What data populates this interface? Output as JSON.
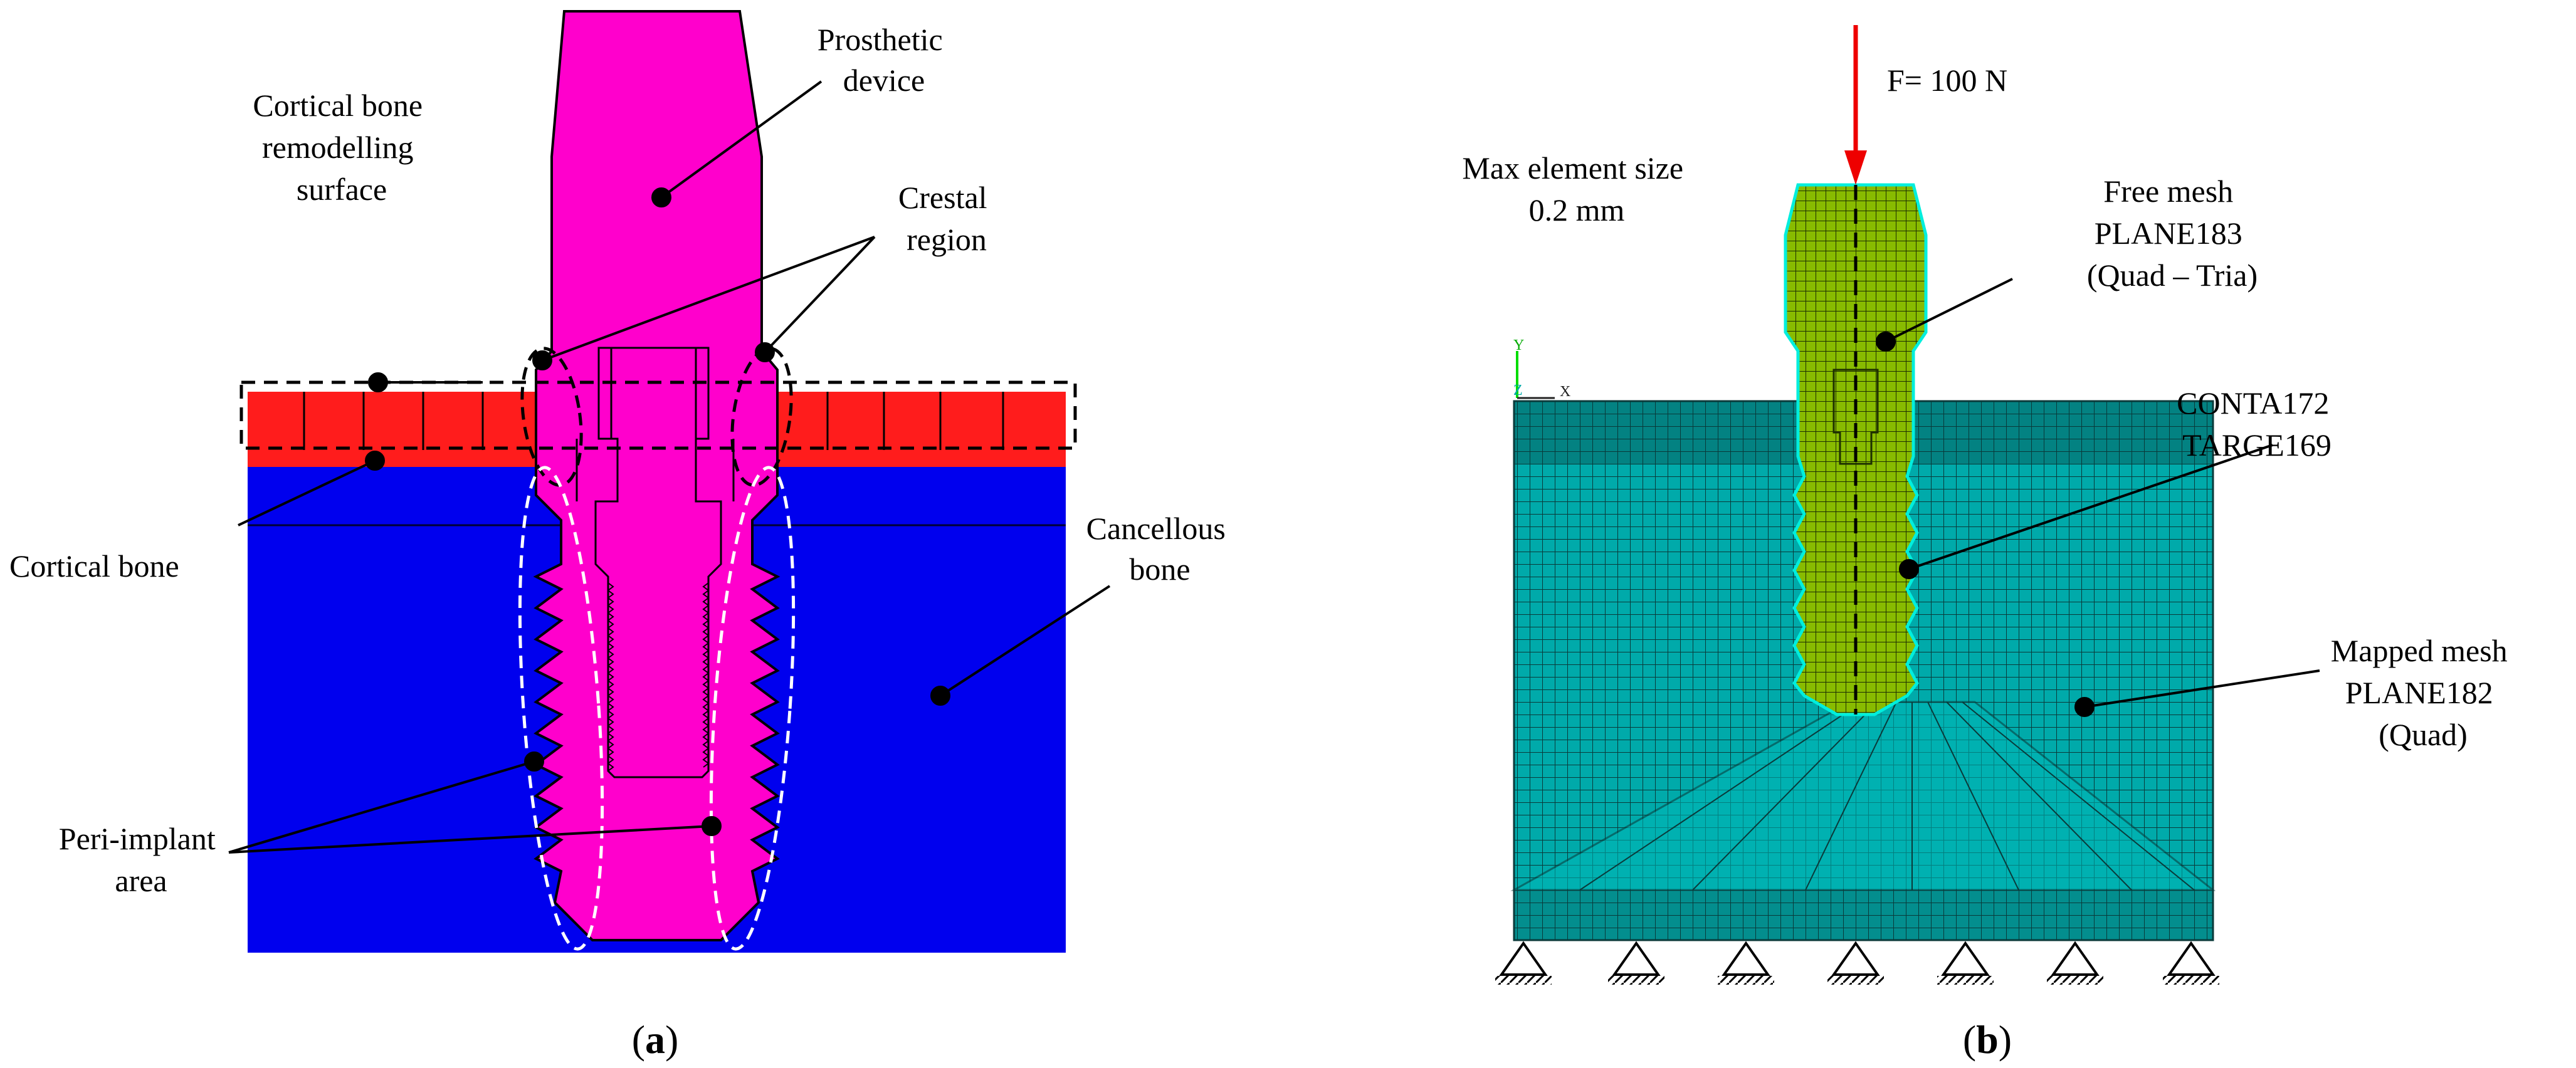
{
  "panel_a": {
    "labels": {
      "prosthetic": [
        "Prosthetic",
        "device"
      ],
      "cortical_surface": [
        "Cortical bone",
        "remodelling",
        "surface"
      ],
      "crestal": [
        "Crestal",
        "region"
      ],
      "cortical_bone": "Cortical bone",
      "cancellous": [
        "Cancellous",
        "bone"
      ],
      "peri_implant": [
        "Peri-implant",
        "area"
      ]
    },
    "caption": {
      "open": "(",
      "letter": "a",
      "close": ")"
    },
    "colors": {
      "implant": "#ff00cc",
      "cortical": "#ff1c1c",
      "cancellous": "#0000ee",
      "outline": "#000000",
      "peri_dash": "#ffffff"
    }
  },
  "panel_b": {
    "force_label": "F= 100 N",
    "max_element": [
      "Max element size",
      "0.2 mm"
    ],
    "free_mesh": [
      "Free mesh",
      "PLANE183",
      "(Quad – Tria)"
    ],
    "contact": [
      "CONTA172",
      "TARGE169"
    ],
    "mapped_mesh": [
      "Mapped mesh",
      "PLANE182",
      "(Quad)"
    ],
    "axis": {
      "y": "Y",
      "z": "Z",
      "x": "X"
    },
    "caption": {
      "open": "(",
      "letter": "b",
      "close": ")"
    },
    "colors": {
      "mesh_fill": "#00aaaa",
      "mesh_line": "#0a3a3a",
      "implant_fill": "#88bb00",
      "implant_line": "#1e3000",
      "force": "#ee0000",
      "axis_y": "#00dd00",
      "axis_x": "#222222"
    }
  }
}
